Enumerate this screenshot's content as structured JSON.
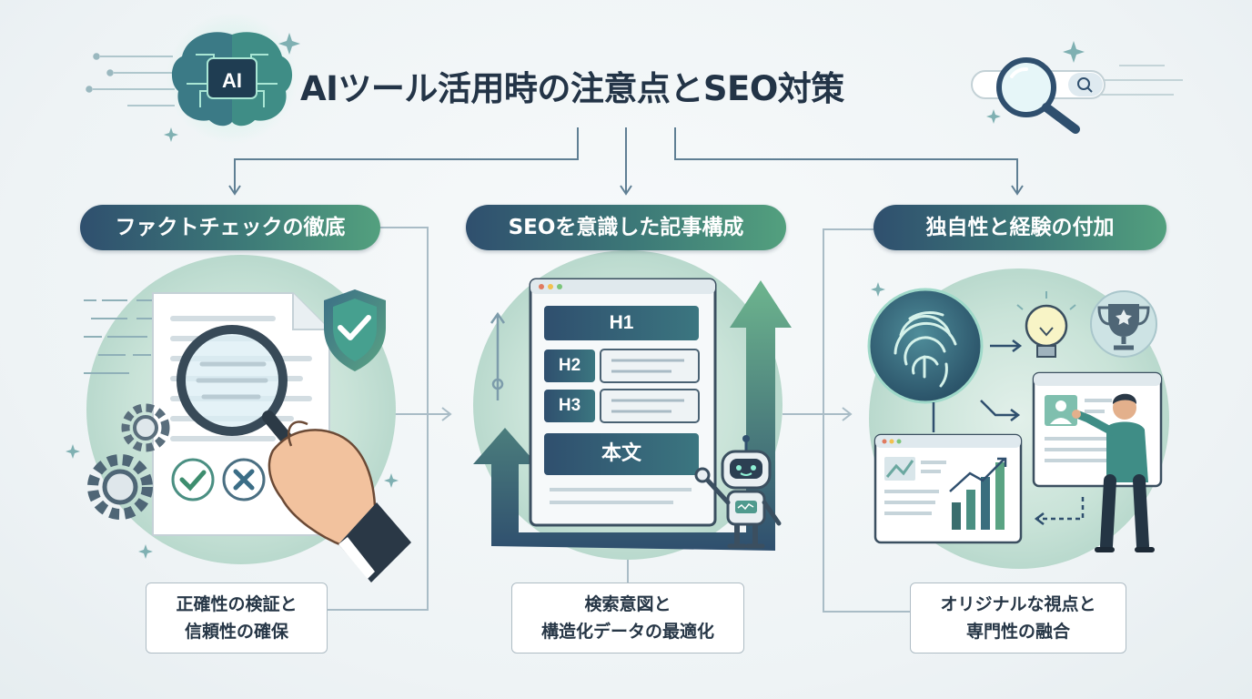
{
  "title": "AIツール活用時の注意点とSEO対策",
  "ai_badge": "AI",
  "sections": [
    {
      "heading": "ファクトチェックの徹底",
      "caption_line1": "正確性の検証と",
      "caption_line2": "信頼性の確保"
    },
    {
      "heading": "SEOを意識した記事構成",
      "caption_line1": "検索意図と",
      "caption_line2": "構造化データの最適化"
    },
    {
      "heading": "独自性と経験の付加",
      "caption_line1": "オリジナルな視点と",
      "caption_line2": "専門性の融合"
    }
  ],
  "structure_blocks": {
    "h1": "H1",
    "h2": "H2",
    "h3": "H3",
    "body": "本文"
  },
  "colors": {
    "navy": "#2f4f6e",
    "teal": "#3d7a78",
    "green": "#53a07e",
    "mint": "#cfe6dc"
  },
  "icons": [
    "brain-chip-icon",
    "magnifier-search-icon",
    "shield-check-icon",
    "document-icon",
    "gear-icon",
    "check-icon",
    "cross-icon",
    "hand-icon",
    "browser-window-icon",
    "robot-icon",
    "arrow-up-icon",
    "fingerprint-icon",
    "lightbulb-icon",
    "trophy-icon",
    "chart-icon",
    "person-icon"
  ]
}
